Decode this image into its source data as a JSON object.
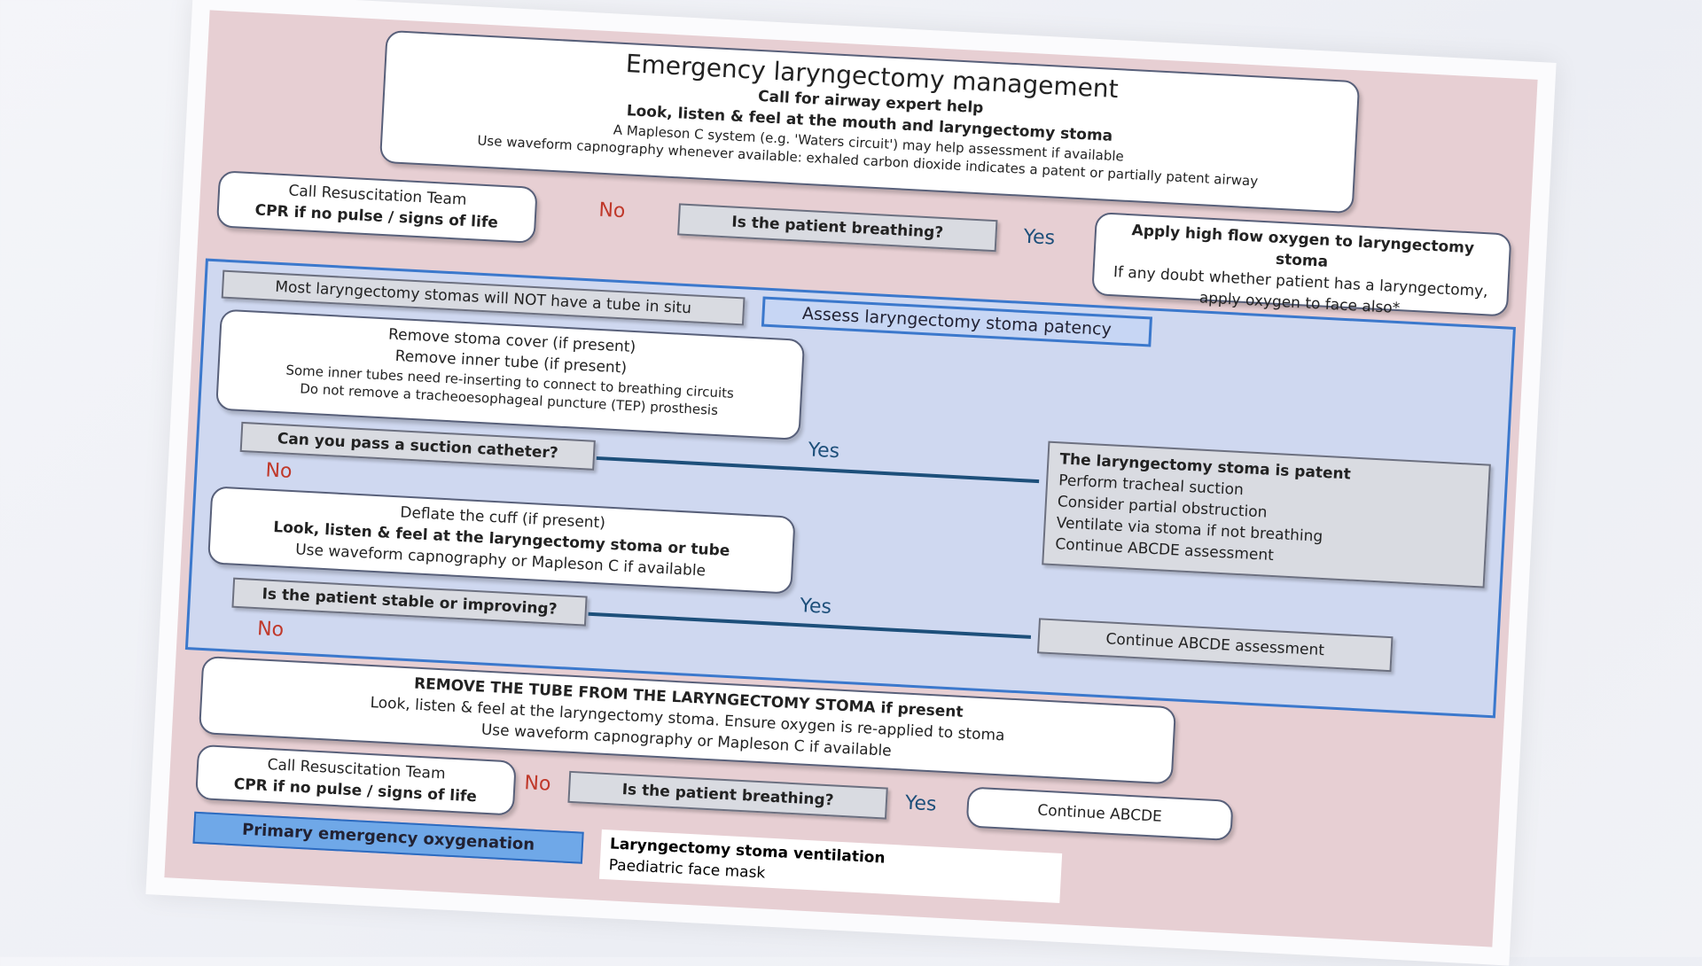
{
  "title": "Emergency laryngectomy management",
  "top_box": {
    "line1": "Call for airway expert help",
    "line2": "Look, listen & feel at the mouth and laryngectomy stoma",
    "line3": "A Mapleson C system (e.g. 'Waters circuit') may help assessment if available",
    "line4": "Use waveform capnography whenever available: exhaled carbon dioxide indicates a patent or partially patent airway"
  },
  "q_breathing": "Is the patient breathing?",
  "no": "No",
  "yes": "Yes",
  "resus_box": {
    "line1": "Call Resuscitation Team",
    "line2": "CPR if no pulse / signs of life"
  },
  "oxygen_box": {
    "line1": "Apply high flow oxygen to laryngectomy stoma",
    "line2": "If any doubt whether patient has a laryngectomy, apply oxygen to face also*"
  },
  "assess_header": "Assess laryngectomy stoma patency",
  "tube_note": "Most laryngectomy stomas will NOT have a tube in situ",
  "remove_box": {
    "line1": "Remove stoma cover (if present)",
    "line2": "Remove inner tube (if present)",
    "line3": "Some inner tubes need re-inserting to connect to breathing circuits",
    "line4": "Do not remove a tracheoesophageal puncture (TEP) prosthesis"
  },
  "q_suction": "Can you pass a suction catheter?",
  "patent_box": {
    "line1": "The laryngectomy stoma is patent",
    "line2": "Perform tracheal suction",
    "line3": "Consider partial obstruction",
    "line4": "Ventilate via stoma if not breathing",
    "line5": "Continue ABCDE assessment"
  },
  "deflate_box": {
    "line1": "Deflate the cuff (if present)",
    "line2": "Look, listen & feel at the laryngectomy stoma or tube",
    "line3": "Use waveform capnography or Mapleson C if available"
  },
  "q_stable": "Is the patient stable or improving?",
  "continue_abcde": "Continue ABCDE assessment",
  "remove_tube_box": {
    "line1": "REMOVE THE TUBE FROM THE LARYNGECTOMY STOMA if present",
    "line2": "Look, listen & feel at the laryngectomy stoma. Ensure oxygen is re-applied to stoma",
    "line3": "Use waveform capnography or Mapleson C if available"
  },
  "resus_box2": {
    "line1": "Call Resuscitation Team",
    "line2": "CPR if no pulse / signs of life"
  },
  "q_breathing2": "Is the patient breathing?",
  "primary_header": "Primary emergency oxygenation",
  "primary_lines": [
    "Laryngectomy stoma ventilation",
    "Paediatric face mask"
  ],
  "continue_abcde2": "Continue ABCDE"
}
